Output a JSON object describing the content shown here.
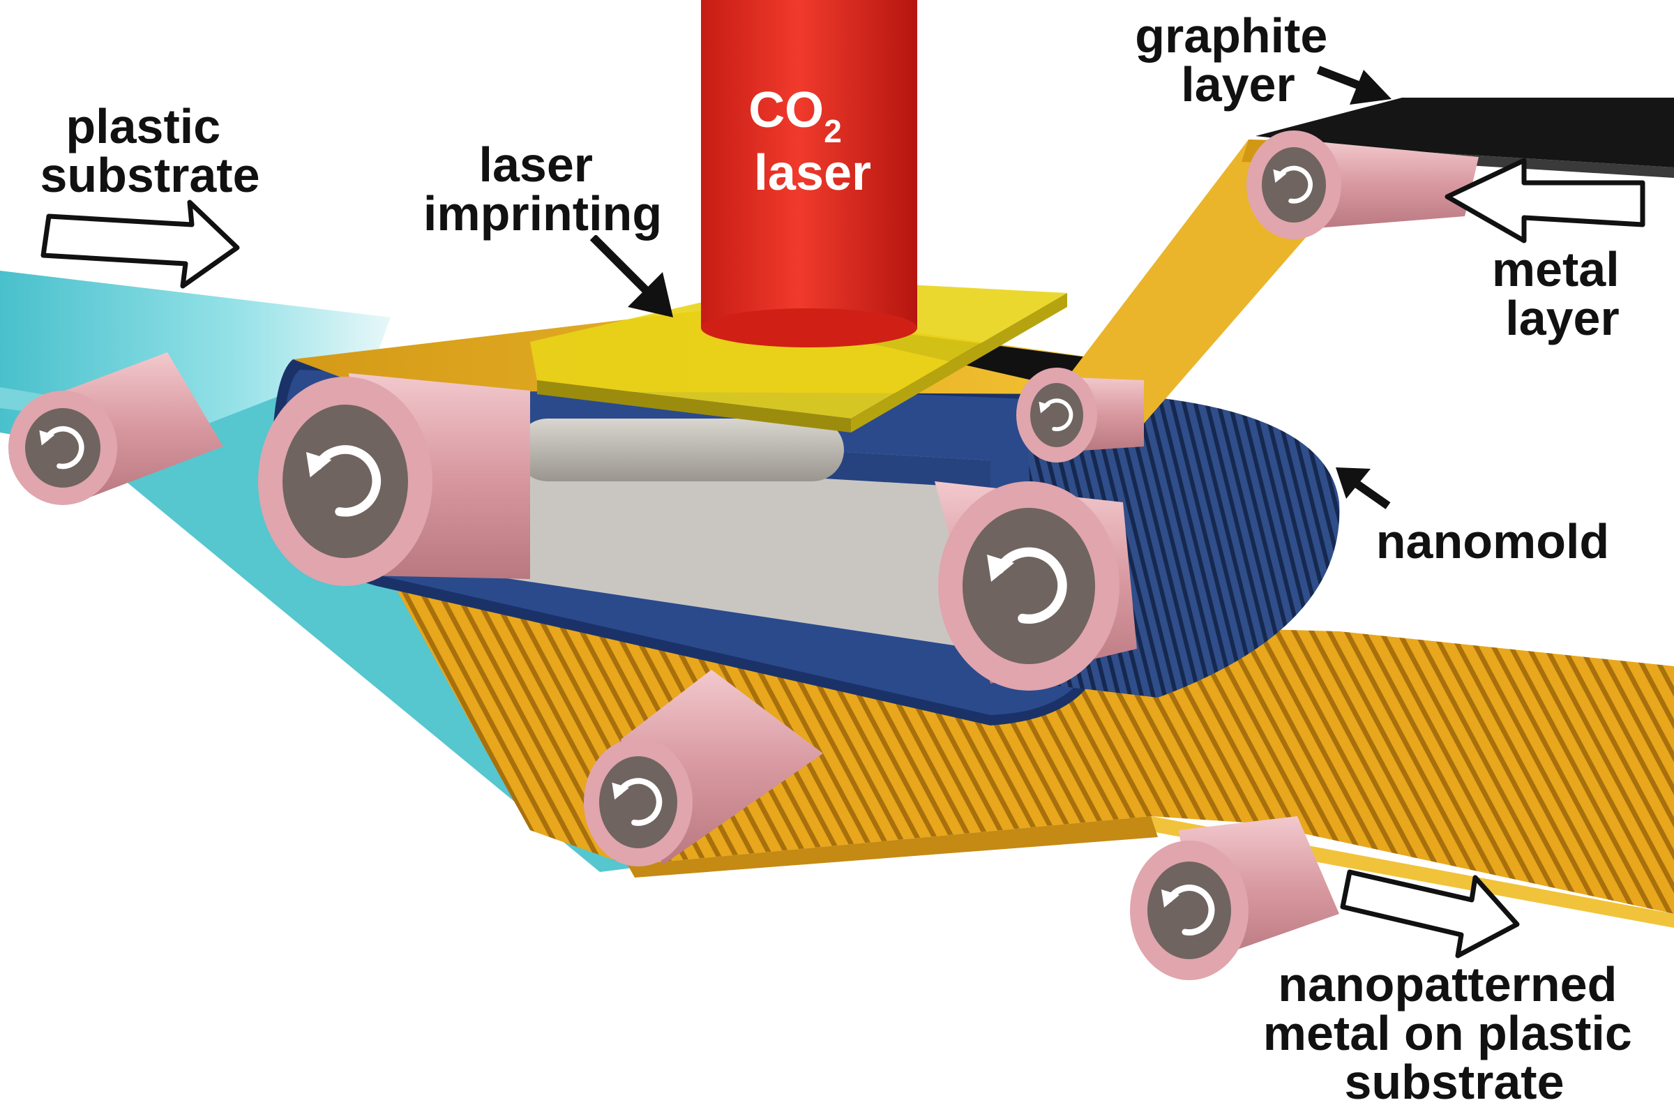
{
  "labels": {
    "plastic_substrate": [
      "plastic",
      "substrate"
    ],
    "laser_imprinting": [
      "laser",
      "imprinting"
    ],
    "co2_laser": {
      "co": "CO",
      "sub": "2",
      "laser": "laser"
    },
    "graphite_layer": [
      "graphite",
      "layer"
    ],
    "metal_layer": [
      "metal",
      "layer"
    ],
    "nanomold": "nanomold",
    "output": [
      "nanopatterned",
      "metal on plastic",
      "substrate"
    ]
  },
  "colors": {
    "plastic": "#4fc6cf",
    "gold": "#f0b221",
    "gold_dark": "#b07a10",
    "mold": "#1f3f7a",
    "roller_pink": "#e2aab0",
    "roller_core": "#6f6460",
    "laser_red": "#e2281e",
    "graphite": "#141414",
    "lens_yellow": "#e9d418"
  },
  "icons": [
    "rotation-arrow-icon",
    "flow-arrow-icon",
    "pointer-arrow-icon"
  ]
}
